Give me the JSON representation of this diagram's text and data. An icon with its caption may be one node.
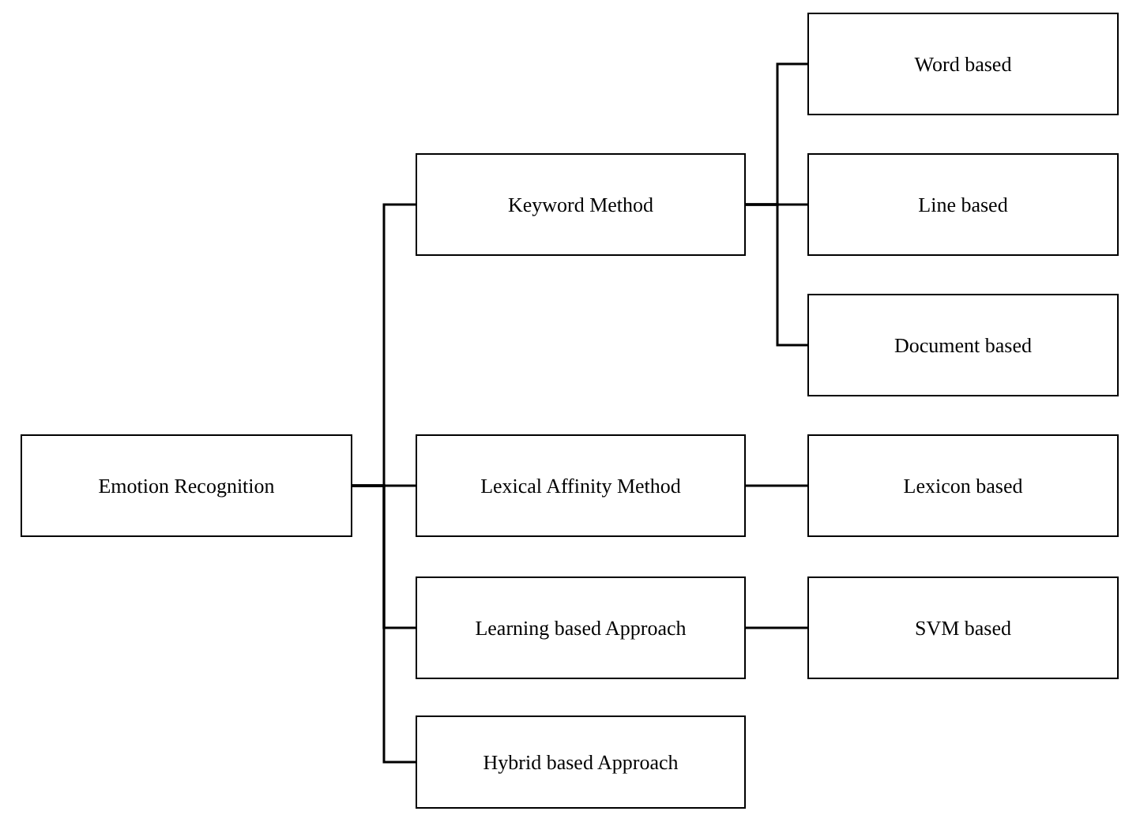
{
  "diagram": {
    "nodes": [
      {
        "text": [
          "Emotion Recognition"
        ]
      },
      {
        "text": [
          "Keyword Method"
        ]
      },
      {
        "text": [
          "Word based"
        ]
      },
      {
        "text": [
          "Line based"
        ]
      },
      {
        "text": [
          "Document based"
        ]
      },
      {
        "text": [
          "Lexical Affinity Method"
        ]
      },
      {
        "text": [
          "Lexicon based"
        ]
      },
      {
        "text": [
          "Learning based Approach"
        ]
      },
      {
        "text": [
          "SVM based"
        ]
      },
      {
        "text": [
          "Hybrid based Approach"
        ]
      }
    ],
    "edges": [
      {
        "from": 0,
        "to": 1,
        "arrow": "none"
      },
      {
        "from": 0,
        "to": 5,
        "arrow": "none"
      },
      {
        "from": 0,
        "to": 7,
        "arrow": "none"
      },
      {
        "from": 0,
        "to": 9,
        "arrow": "none"
      },
      {
        "from": 1,
        "to": 2,
        "arrow": "none"
      },
      {
        "from": 1,
        "to": 3,
        "arrow": "none"
      },
      {
        "from": 1,
        "to": 4,
        "arrow": "none"
      },
      {
        "from": 5,
        "to": 6,
        "arrow": "none"
      },
      {
        "from": 7,
        "to": 8,
        "arrow": "none"
      }
    ]
  }
}
